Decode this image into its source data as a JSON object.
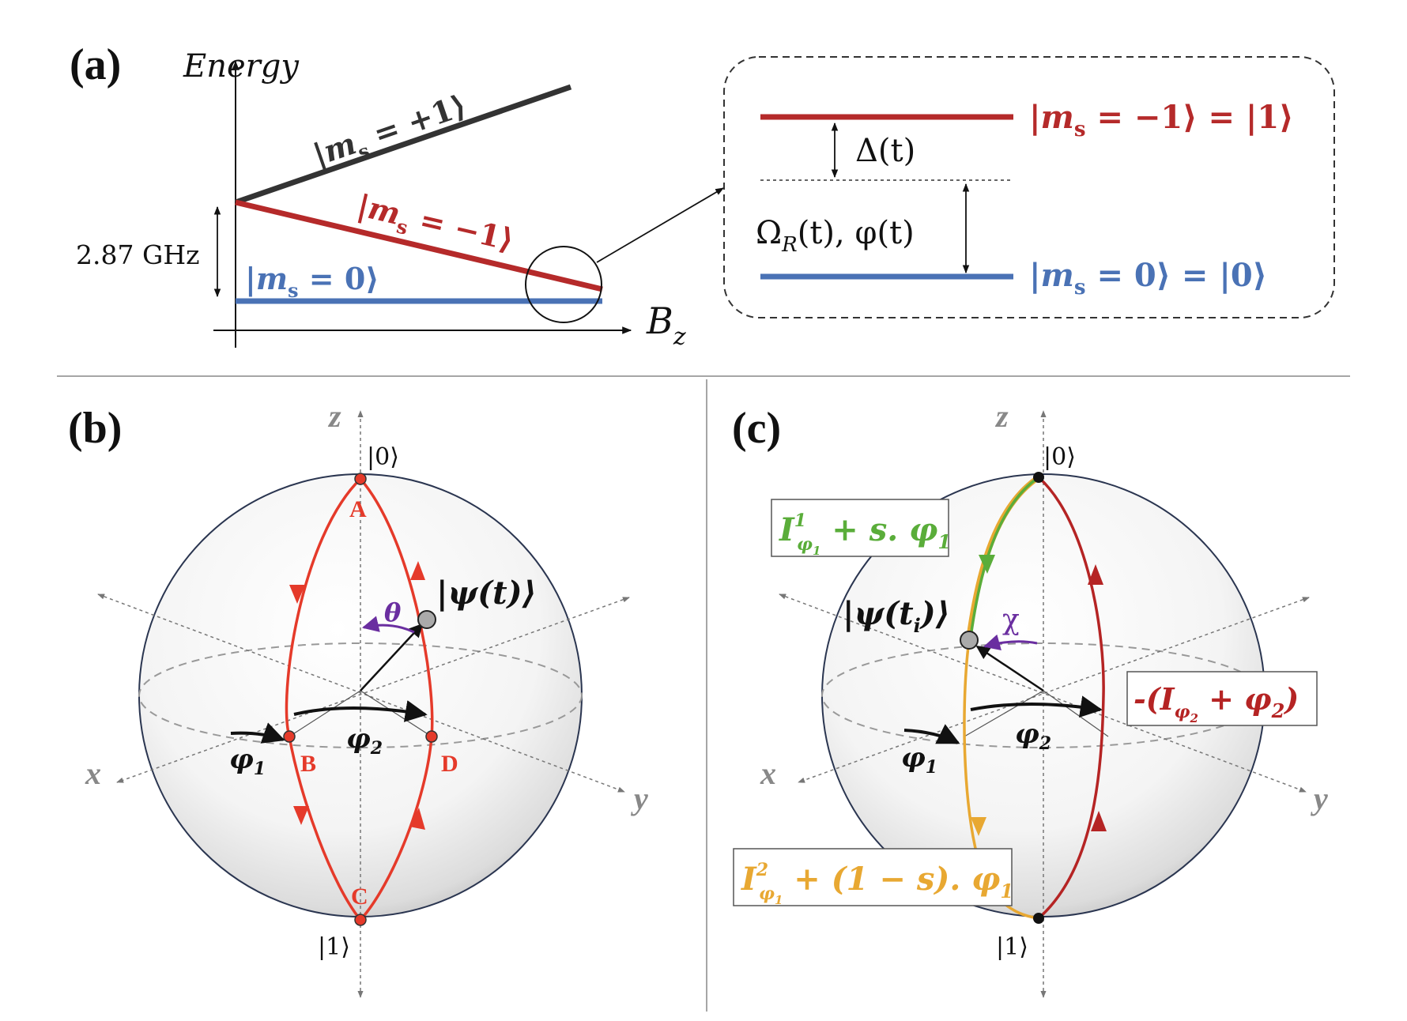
{
  "panel_a": {
    "label": "(a)",
    "energy_label": "Energy",
    "bz_label": "B",
    "bz_sub": "z",
    "gap_label": "2.87 GHz",
    "state_plus1": "|m",
    "state_plus1_sub": "s",
    "state_plus1_tail": " = +1⟩",
    "state_minus1": "|m",
    "state_minus1_sub": "s",
    "state_minus1_tail": " = −1⟩",
    "state_zero": "|m",
    "state_zero_sub": "s",
    "state_zero_tail": " = 0⟩",
    "inset_top_state": "|m",
    "inset_top_sub": "s",
    "inset_top_tail": " = −1⟩ = |1⟩",
    "inset_bottom_state": "|m",
    "inset_bottom_sub": "s",
    "inset_bottom_tail": " = 0⟩ = |0⟩",
    "detuning_label": "Δ(t)",
    "rabi_label": "Ω",
    "rabi_sub": "R",
    "rabi_tail": "(t), φ(t)"
  },
  "panel_b": {
    "label": "(b)",
    "axis_z": "z",
    "axis_x": "x",
    "axis_y": "y",
    "ket_top": "|0⟩",
    "ket_bottom": "|1⟩",
    "point_a": "A",
    "point_b": "B",
    "point_c": "C",
    "point_d": "D",
    "psi_label": "|ψ(t)⟩",
    "theta_label": "θ",
    "phi1": "φ",
    "phi1_sub": "1",
    "phi2": "φ",
    "phi2_sub": "2"
  },
  "panel_c": {
    "label": "(c)",
    "axis_z": "z",
    "axis_x": "x",
    "axis_y": "y",
    "ket_top": "|0⟩",
    "ket_bottom": "|1⟩",
    "psi_label": "|ψ(t",
    "psi_sub": "i",
    "psi_tail": ")⟩",
    "chi_label": "χ",
    "phi1": "φ",
    "phi1_sub": "1",
    "phi2": "φ",
    "phi2_sub": "2",
    "box_green_main": "I",
    "box_green_sup": "1",
    "box_green_sub": "φ",
    "box_green_subsub": "1",
    "box_green_tail": " + s. φ",
    "box_green_tail_sub": "1",
    "box_orange_main": "I",
    "box_orange_sup": "2",
    "box_orange_sub": "φ",
    "box_orange_subsub": "1",
    "box_orange_tail": " + (1 − s). φ",
    "box_orange_tail_sub": "1",
    "box_red_main": "-(I",
    "box_red_sub": "φ",
    "box_red_subsub": "2",
    "box_red_tail": " + φ",
    "box_red_tail_sub": "2",
    "box_red_close": ")"
  },
  "colors": {
    "black_line": "#333333",
    "red_line": "#b52a2a",
    "blue_line": "#4a72b5",
    "path_red": "#e53a2a",
    "dark_red": "#b52424",
    "green": "#5aad3a",
    "orange": "#e8a832",
    "purple": "#6a2ea0"
  }
}
